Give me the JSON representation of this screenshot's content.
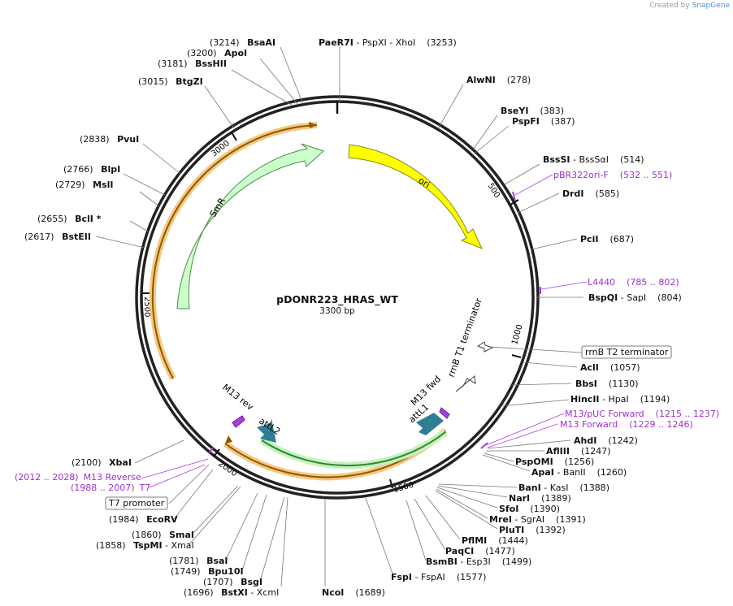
{
  "credit": {
    "prefix": "Created by",
    "brand": "SnapGene"
  },
  "plasmid": {
    "name": "pDONR223_HRAS_WT",
    "size": "3300 bp"
  },
  "ticks": [
    "500",
    "1000",
    "1500",
    "2000",
    "2500",
    "3000"
  ],
  "features": [
    {
      "id": "ori",
      "label": "ori",
      "color": "#ffff00"
    },
    {
      "id": "smr",
      "label": "SmR",
      "color": "#ccffcc"
    },
    {
      "id": "attl2",
      "label": "attL2",
      "color": "#2e7f94"
    },
    {
      "id": "attl1",
      "label": "attL1",
      "color": "#2e7f94"
    },
    {
      "id": "m13rev",
      "label": "M13 rev",
      "color": "#a640e0"
    },
    {
      "id": "m13fwd",
      "label": "M13 fwd",
      "color": "#a640e0"
    },
    {
      "id": "rrnbt1",
      "label": "rrnB T1 terminator",
      "color": "#ffffff"
    },
    {
      "id": "insert",
      "label": "",
      "color": "#f5b041"
    }
  ],
  "sites": [
    {
      "id": "s1",
      "pre": "",
      "enz": "PaeR7I",
      "post": " - PspXI - XhoI",
      "pos": "(3253)"
    },
    {
      "id": "s2",
      "pre": "(3214) ",
      "enz": "BsaAI",
      "post": "",
      "pos": ""
    },
    {
      "id": "s3",
      "pre": "(3200) ",
      "enz": "ApoI",
      "post": "",
      "pos": ""
    },
    {
      "id": "s4",
      "pre": "(3181) ",
      "enz": "BssHII",
      "post": "",
      "pos": ""
    },
    {
      "id": "s5",
      "pre": "(3015) ",
      "enz": "BtgZI",
      "post": "",
      "pos": ""
    },
    {
      "id": "s6",
      "pre": "(2838) ",
      "enz": "PvuI",
      "post": "",
      "pos": ""
    },
    {
      "id": "s7",
      "pre": "(2766) ",
      "enz": "BlpI",
      "post": "",
      "pos": ""
    },
    {
      "id": "s8",
      "pre": "(2729) ",
      "enz": "MslI",
      "post": "",
      "pos": ""
    },
    {
      "id": "s9",
      "pre": "(2655) ",
      "enz": "BclI *",
      "post": "",
      "pos": ""
    },
    {
      "id": "s10",
      "pre": "(2617) ",
      "enz": "BstEII",
      "post": "",
      "pos": ""
    },
    {
      "id": "s11",
      "pre": "",
      "enz": "AlwNI",
      "post": "",
      "pos": "(278)"
    },
    {
      "id": "s12",
      "pre": "",
      "enz": "BseYI",
      "post": "",
      "pos": "(383)"
    },
    {
      "id": "s13",
      "pre": "",
      "enz": "PspFI",
      "post": "",
      "pos": "(387)"
    },
    {
      "id": "s14",
      "pre": "",
      "enz": "BssSI",
      "post": " - BssSαI",
      "pos": "(514)"
    },
    {
      "id": "s15",
      "pre": "",
      "enz": "DrdI",
      "post": "",
      "pos": "(585)"
    },
    {
      "id": "s16",
      "pre": "",
      "enz": "PciI",
      "post": "",
      "pos": "(687)"
    },
    {
      "id": "s17",
      "pre": "",
      "enz": "BspQI",
      "post": " - SapI",
      "pos": "(804)"
    },
    {
      "id": "s18",
      "pre": "",
      "enz": "AclI",
      "post": "",
      "pos": "(1057)"
    },
    {
      "id": "s19",
      "pre": "",
      "enz": "BbsI",
      "post": "",
      "pos": "(1130)"
    },
    {
      "id": "s20",
      "pre": "",
      "enz": "HincII",
      "post": " - HpaI",
      "pos": "(1194)"
    },
    {
      "id": "s21",
      "pre": "",
      "enz": "AhdI",
      "post": "",
      "pos": "(1242)"
    },
    {
      "id": "s22",
      "pre": "",
      "enz": "AflIII",
      "post": "",
      "pos": "(1247)"
    },
    {
      "id": "s23",
      "pre": "",
      "enz": "PspOMI",
      "post": "",
      "pos": "(1256)"
    },
    {
      "id": "s24",
      "pre": "",
      "enz": "ApaI",
      "post": " - BanII",
      "pos": "(1260)"
    },
    {
      "id": "s25",
      "pre": "",
      "enz": "BanI",
      "post": " - KasI",
      "pos": "(1388)"
    },
    {
      "id": "s26",
      "pre": "",
      "enz": "NarI",
      "post": "",
      "pos": "(1389)"
    },
    {
      "id": "s27",
      "pre": "",
      "enz": "SfoI",
      "post": "",
      "pos": "(1390)"
    },
    {
      "id": "s28",
      "pre": "",
      "enz": "MreI",
      "post": " - SgrAI",
      "pos": "(1391)"
    },
    {
      "id": "s29",
      "pre": "",
      "enz": "PluTI",
      "post": "",
      "pos": "(1392)"
    },
    {
      "id": "s30",
      "pre": "",
      "enz": "PflMI",
      "post": "",
      "pos": "(1444)"
    },
    {
      "id": "s31",
      "pre": "",
      "enz": "PaqCI",
      "post": "",
      "pos": "(1477)"
    },
    {
      "id": "s32",
      "pre": "",
      "enz": "BsmBI",
      "post": " - Esp3I",
      "pos": "(1499)"
    },
    {
      "id": "s33",
      "pre": "",
      "enz": "FspI",
      "post": " - FspAI",
      "pos": "(1577)"
    },
    {
      "id": "s34",
      "pre": "",
      "enz": "NcoI",
      "post": "",
      "pos": "(1689)"
    },
    {
      "id": "s35",
      "pre": "(1696) ",
      "enz": "BstXI",
      "post": " - XcmI",
      "pos": ""
    },
    {
      "id": "s36",
      "pre": "(1707) ",
      "enz": "BsgI",
      "post": "",
      "pos": ""
    },
    {
      "id": "s37",
      "pre": "(1749) ",
      "enz": "Bpu10I",
      "post": "",
      "pos": ""
    },
    {
      "id": "s38",
      "pre": "(1781) ",
      "enz": "BsaI",
      "post": "",
      "pos": ""
    },
    {
      "id": "s39",
      "pre": "(1858) ",
      "enz": "TspMI",
      "post": " - XmaI",
      "pos": ""
    },
    {
      "id": "s40",
      "pre": "(1860) ",
      "enz": "SmaI",
      "post": "",
      "pos": ""
    },
    {
      "id": "s41",
      "pre": "(1984) ",
      "enz": "EcoRV",
      "post": "",
      "pos": ""
    },
    {
      "id": "s42",
      "pre": "(2100) ",
      "enz": "XbaI",
      "post": "",
      "pos": ""
    }
  ],
  "primers": [
    {
      "id": "p1",
      "text": "pBR322ori-F",
      "pos": "(532 .. 551)"
    },
    {
      "id": "p2",
      "text": "L4440",
      "pos": "(785 .. 802)"
    },
    {
      "id": "p3",
      "text": "M13/pUC Forward",
      "pos": "(1215 .. 1237)"
    },
    {
      "id": "p4",
      "text": "M13 Forward",
      "pos": "(1229 .. 1246)"
    },
    {
      "id": "p5",
      "text": "M13 Reverse",
      "pos": "(2012 .. 2028)"
    },
    {
      "id": "p6",
      "text": "T7",
      "pos": "(1988 .. 2007)"
    }
  ],
  "boxed": [
    {
      "id": "b1",
      "text": "rrnB T2 terminator"
    },
    {
      "id": "b2",
      "text": "T7 promoter"
    }
  ]
}
